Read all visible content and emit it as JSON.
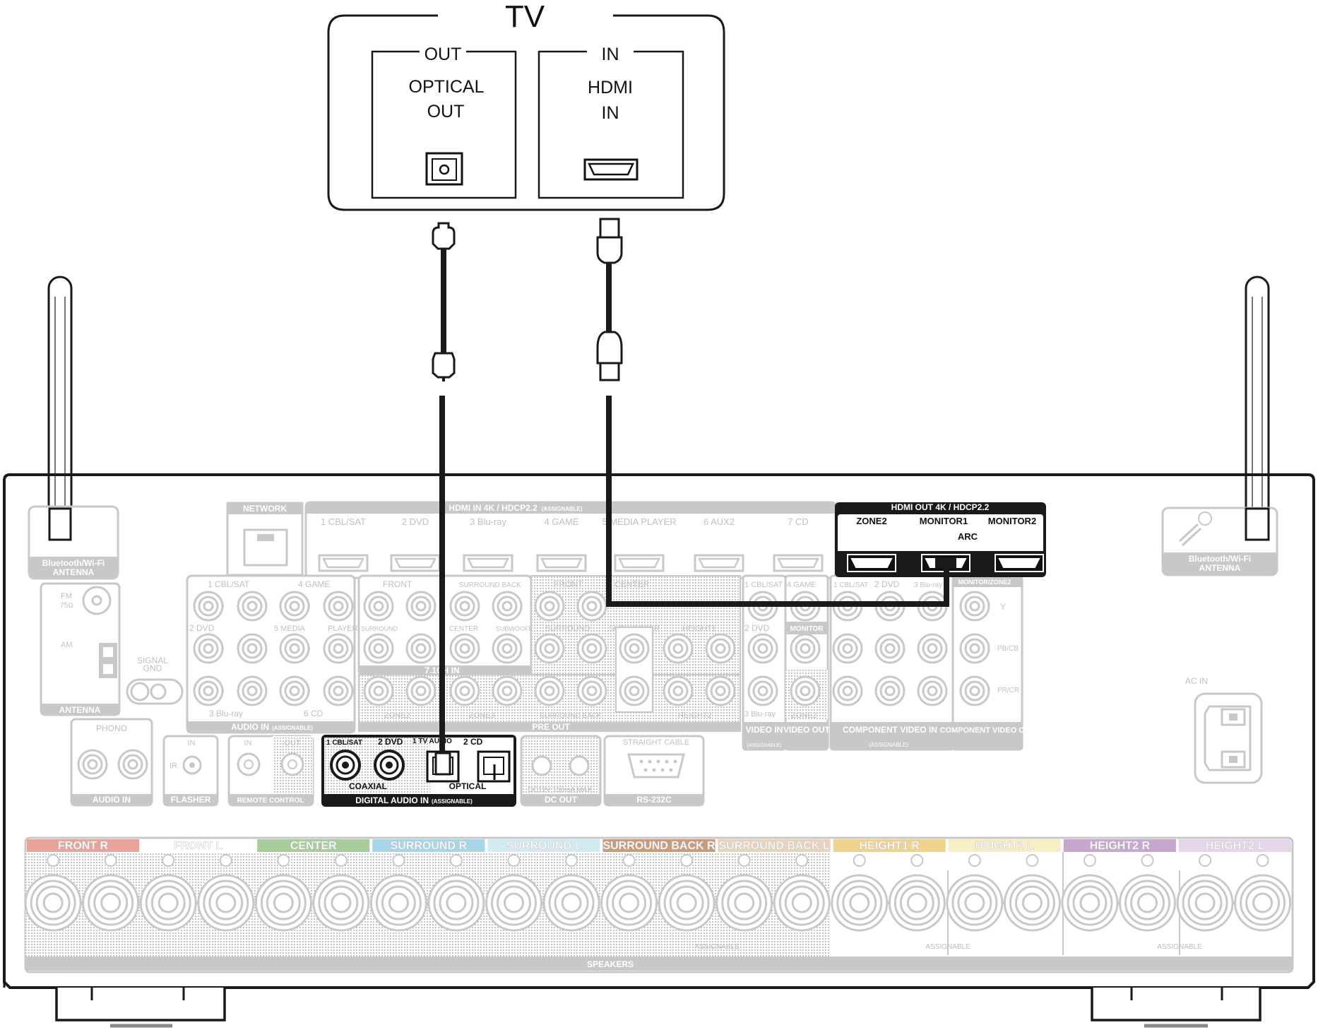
{
  "tv": {
    "title": "TV",
    "out_box": {
      "header": "OUT",
      "line1": "OPTICAL",
      "line2": "OUT"
    },
    "in_box": {
      "header": "IN",
      "line1": "HDMI",
      "line2": "IN"
    }
  },
  "receiver": {
    "antenna_left": {
      "line1": "Bluetooth/Wi-Fi",
      "line2": "ANTENNA"
    },
    "antenna_right": {
      "line1": "Bluetooth/Wi-Fi",
      "line2": "ANTENNA"
    },
    "network": "NETWORK",
    "hdmi_in": {
      "title": "HDMI IN  4K / HDCP2.2",
      "title_suffix": "(ASSIGNABLE)",
      "inputs": [
        "1 CBL/SAT",
        "2 DVD",
        "3 Blu-ray",
        "4 GAME",
        "5 MEDIA PLAYER",
        "6 AUX2",
        "7 CD"
      ]
    },
    "hdmi_out": {
      "title": "HDMI OUT  4K / HDCP2.2",
      "outputs": [
        "ZONE2",
        "MONITOR1",
        "MONITOR2"
      ],
      "arc": "ARC"
    },
    "antenna_section": {
      "fm": "FM",
      "fm_ohm": "75Ω",
      "am": "AM",
      "label": "ANTENNA"
    },
    "signal_gnd": {
      "line1": "SIGNAL",
      "line2": "GND"
    },
    "audio_in": {
      "top_left": "1 CBL/SAT",
      "top_right": "4 GAME",
      "mid_left": "2 DVD",
      "mid_mid": "5 MEDIA",
      "mid_right": "PLAYER",
      "bot_left": "3 Blu-ray",
      "bot_right": "6 CD",
      "label": "AUDIO IN",
      "label_suffix": "(ASSIGNABLE)"
    },
    "multich_in": {
      "front": "FRONT",
      "surround_back": "SURROUND BACK",
      "surround": "SURROUND",
      "center": "CENTER",
      "subwoofer": "SUBWOOFER",
      "label": "7.1CH IN"
    },
    "pre_out": {
      "front": "FRONT",
      "center": "CENTER",
      "surround": "SURROUND",
      "subwoofer": "SUBWOOFER",
      "height1": "HEIGHT1",
      "zone2": "ZONE2",
      "zone3": "ZONE3",
      "surround_back": "SURROUND BACK",
      "height2": "HEIGHT2",
      "label": "PRE OUT"
    },
    "video": {
      "top_left": "1 CBL/SAT",
      "top_right": "4 GAME",
      "mid": "2 DVD",
      "bot": "3 Blu-ray",
      "monitor": "MONITOR",
      "zone2": "ZONE2",
      "video_in": "VIDEO IN",
      "video_in_suffix": "(ASSIGNABLE)",
      "video_out": "VIDEO OUT"
    },
    "component": {
      "inputs": [
        "1 CBL/SAT",
        "2 DVD",
        "3 Blu-ray"
      ],
      "monitor": "MONITOR/ZONE2",
      "y": "Y",
      "pb": "PB/CB",
      "pr": "PR/CR",
      "in_label": "COMPONENT VIDEO IN",
      "in_suffix": "(ASSIGNABLE)",
      "out_label": "COMPONENT VIDEO OUT"
    },
    "phono": {
      "label": "PHONO",
      "section": "AUDIO IN"
    },
    "flasher": {
      "in": "IN",
      "ir": "IR",
      "label": "FLASHER"
    },
    "remote": {
      "in": "IN",
      "out": "OUT",
      "label": "REMOTE CONTROL"
    },
    "digital": {
      "coax1": "1 CBL/SAT",
      "coax2": "2 DVD",
      "opt1": "1 TV AUDIO",
      "opt2": "2 CD",
      "coaxial": "COAXIAL",
      "optical": "OPTICAL",
      "label": "DIGITAL AUDIO IN",
      "label_suffix": "(ASSIGNABLE)"
    },
    "dc_out": {
      "spec": "DC12V 150mA MAX.",
      "label": "DC OUT"
    },
    "rs232c": {
      "cable": "STRAIGHT CABLE",
      "label": "RS-232C"
    },
    "ac_in": "AC IN",
    "speakers": {
      "label": "SPEAKERS",
      "assignable": "ASSIGNABLE",
      "channels": [
        {
          "name": "FRONT",
          "side": "R",
          "color": "#e8a49a"
        },
        {
          "name": "FRONT",
          "side": "L",
          "color": "#ffffff"
        },
        {
          "name": "CENTER",
          "side": "",
          "color": "#a8cc9c"
        },
        {
          "name": "SURROUND",
          "side": "R",
          "color": "#a6d6e8"
        },
        {
          "name": "SURROUND",
          "side": "L",
          "color": "#d2eaf2"
        },
        {
          "name": "SURROUND BACK",
          "side": "R",
          "color": "#c99b7a"
        },
        {
          "name": "SURROUND BACK",
          "side": "L",
          "color": "#ead3bd"
        },
        {
          "name": "HEIGHT1",
          "side": "R",
          "color": "#efd38e"
        },
        {
          "name": "HEIGHT1",
          "side": "L",
          "color": "#f7eec4"
        },
        {
          "name": "HEIGHT2",
          "side": "R",
          "color": "#c6a8cf"
        },
        {
          "name": "HEIGHT2",
          "side": "L",
          "color": "#e4d6ea"
        }
      ]
    }
  }
}
